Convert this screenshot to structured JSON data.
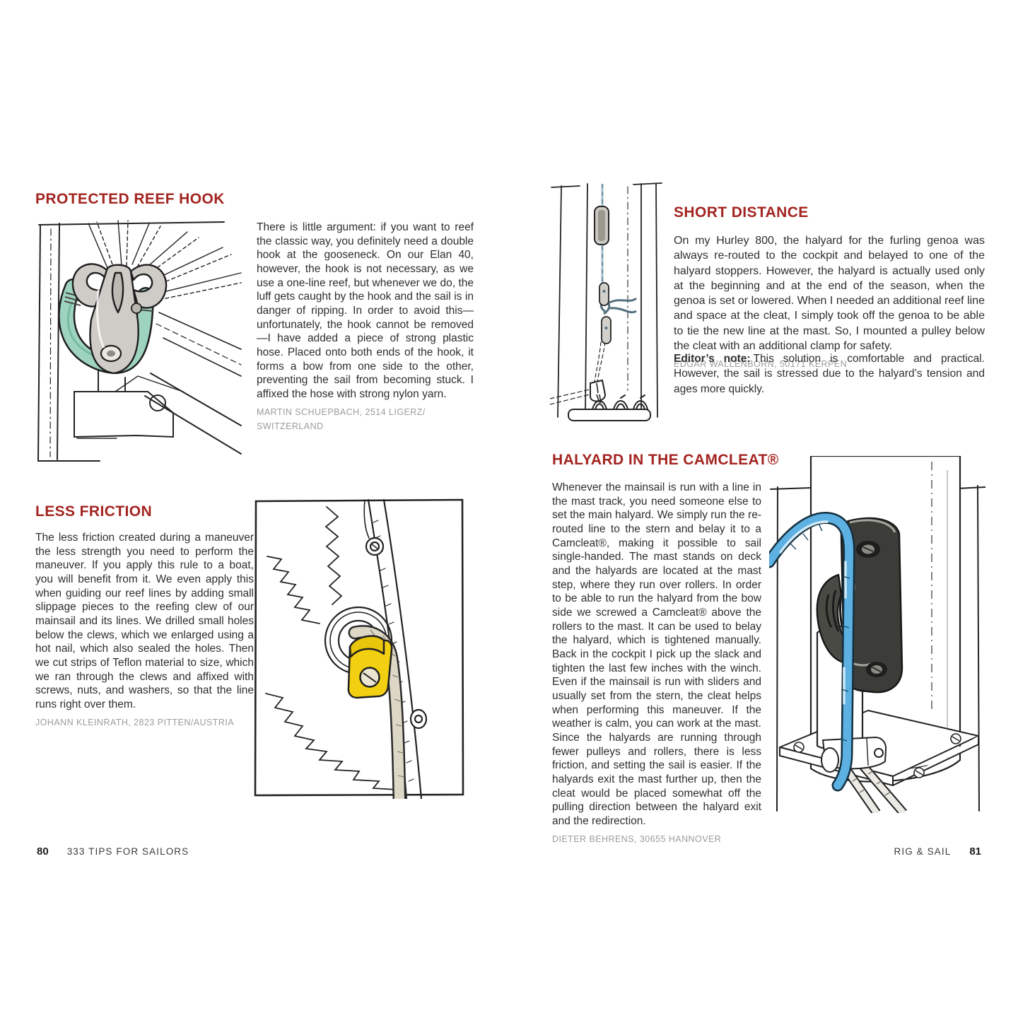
{
  "accent_red": "#a32420",
  "left_page": {
    "sections": [
      {
        "title": "PROTECTED REEF HOOK",
        "body": "There is little argument: if you want to reef the classic way, you definitely need a double hook at the gooseneck. On our Elan 40, however, the hook is not necessary, as we use a one-line reef, but whenever we do, the luff gets caught by the hook and the sail is in danger of ripping. In order to avoid this—unfortunately, the hook cannot be removed—I have added a piece of strong plastic hose. Placed onto both ends of the hook, it forms a bow from one side to the other, preventing the sail from becoming stuck. I affixed the hose with strong nylon yarn.",
        "byline_line1": "MARTIN SCHUEPBACH, 2514 LIGERZ/",
        "byline_line2": "SWITZERLAND"
      },
      {
        "title": "LESS FRICTION",
        "body": "The less friction created during a maneuver the less strength you need to perform the maneuver. If you apply this rule to a boat, you will benefit from it. We even apply this when guiding our reef lines by adding small slippage pieces to the reefing clew of our mainsail and its lines. We drilled small holes below the clews, which we enlarged using a hot nail, which also sealed the holes. Then we cut strips of Teflon material to size, which we ran through the clews and affixed with screws, nuts, and washers, so that the line runs right over them.",
        "byline": "JOHANN KLEINRATH, 2823 PITTEN/AUSTRIA"
      }
    ],
    "footer": {
      "page_number": "80",
      "book_title": "333 TIPS FOR SAILORS"
    }
  },
  "right_page": {
    "sections": [
      {
        "title": "SHORT DISTANCE",
        "body": "On my Hurley 800, the halyard for the furling genoa was always re-routed to the cockpit and belayed to one of the halyard stoppers. However, the halyard is actually used only at the beginning and at the end of the season, when the genoa is set or lowered. When I needed an additional reef line and space at the cleat, I simply took off the genoa to be able to tie the new line at the mast. So, I mounted a pulley below the cleat with an additional clamp for safety.",
        "byline": "EDGAR WALLENBORN, 50171 KERPEN",
        "editors_note_label": "Editor’s note:",
        "editors_note_text": "This solution is comfortable and practical. However, the sail is stressed due to the halyard’s tension and ages more quickly."
      },
      {
        "title": "HALYARD IN THE CAMCLEAT®",
        "body": "Whenever the mainsail is run with a line in the mast track, you need someone else to set the main halyard. We simply run the re-routed line to the stern and belay it to a Camcleat®, making it possible to sail single-handed. The mast stands on deck and the halyards are located at the mast step, where they run over rollers. In order to be able to run the halyard from the bow side we screwed a Camcleat® above the rollers to the mast. It can be used to belay the halyard, which is tightened manually. Back in the cockpit I pick up the slack and tighten the last few inches with the winch. Even if the mainsail is run with sliders and usually set from the stern, the cleat helps when performing this maneuver. If the weather is calm, you can work at the mast. Since the halyards are running through fewer pulleys and rollers, there is less friction, and setting the sail is easier. If the halyards exit the mast further up, then the cleat would be placed somewhat off the pulling direction between the halyard exit and the redirection.",
        "byline": "DIETER BEHRENS, 30655 HANNOVER"
      }
    ],
    "footer": {
      "chapter_title": "RIG & SAIL",
      "page_number": "81"
    }
  },
  "illustrations": {
    "reef_hook": {
      "label": "protected reef hook sketch",
      "hose_color": "#9ed4bf",
      "metal_color": "#cfccc7"
    },
    "slippage_piece": {
      "label": "clew slippage piece sketch",
      "piece_color": "#f2d011",
      "rope_color": "#ddd7c6"
    },
    "mast_halyard": {
      "label": "mast halyard re-routing sketch",
      "halyard_color": "#9fc0d2"
    },
    "camcleat": {
      "label": "camcleat at mast base sketch",
      "halyard_color": "#5db0e2",
      "cleat_color": "#3c3c38"
    }
  }
}
